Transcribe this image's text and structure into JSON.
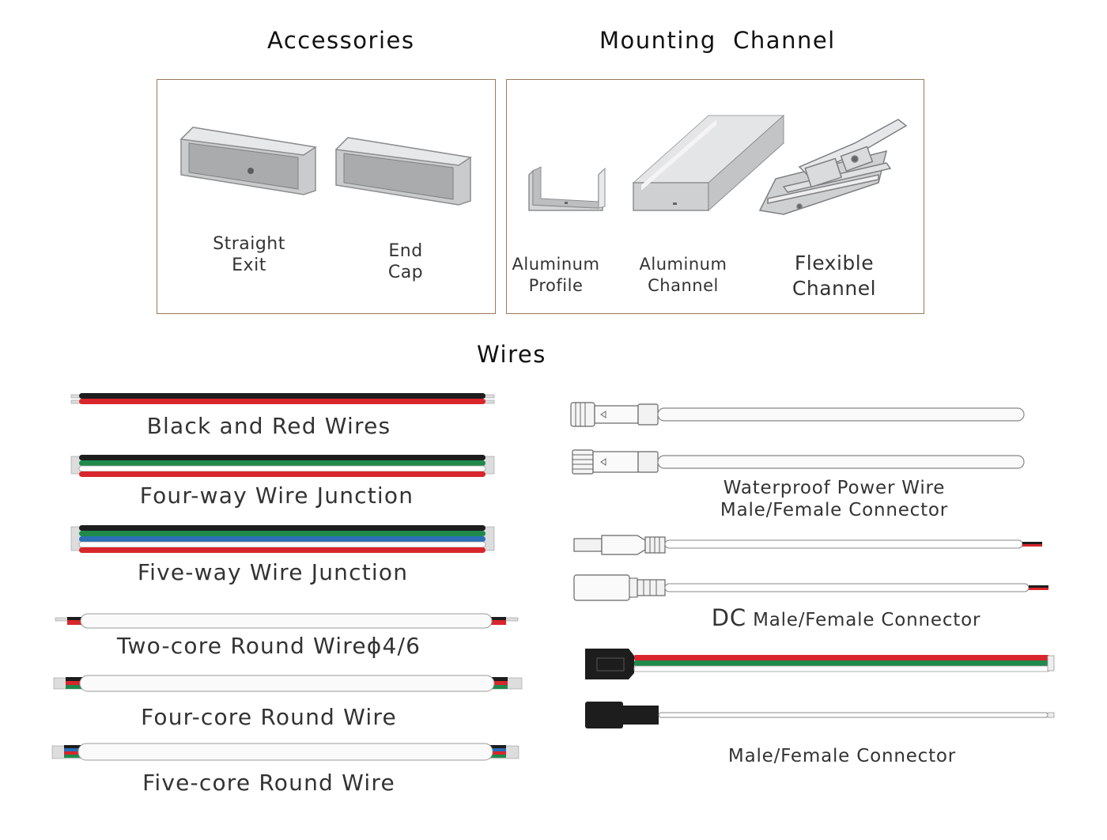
{
  "headings": {
    "accessories": "Accessories",
    "mounting": "Mounting  Channel",
    "wires": "Wires"
  },
  "accessories": {
    "straight_exit": {
      "line1": "Straight",
      "line2": "Exit"
    },
    "end_cap": {
      "line1": "End",
      "line2": "Cap"
    }
  },
  "mounting": {
    "aluminum_profile": {
      "line1": "Aluminum",
      "line2": "Profile"
    },
    "aluminum_channel": {
      "line1": "Aluminum",
      "line2": "Channel"
    },
    "flexible_channel": {
      "line1": "Flexible",
      "line2": "Channel"
    }
  },
  "wires_left": {
    "black_red": "Black and Red Wires",
    "four_way": "Four-way Wire Junction",
    "five_way": "Five-way Wire Junction",
    "two_core": "Two-core Round Wireϕ4/6",
    "four_core": "Four-core Round Wire",
    "five_core": "Five-core Round Wire"
  },
  "wires_right": {
    "waterproof": {
      "line1": "Waterproof Power Wire",
      "line2": "Male/Female Connector"
    },
    "dc_prefix": "DC",
    "dc_rest": "Male/Female Connector",
    "male_female": "Male/Female Connector"
  },
  "colors": {
    "box_border": "#9b7a5b",
    "wire_black": "#1d1d1d",
    "wire_red": "#d8262c",
    "wire_green": "#1f8a4c",
    "wire_blue": "#2a6fb8",
    "wire_white": "#ffffff"
  }
}
